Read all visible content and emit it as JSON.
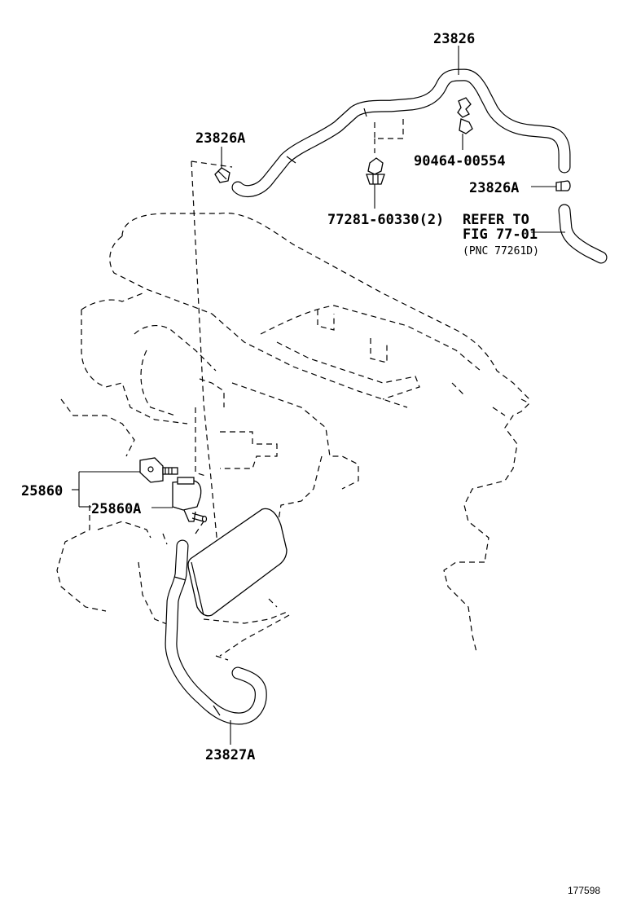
{
  "labels": {
    "hose_top": "23826",
    "clamp_left": "23826A",
    "clip_right": "90464-00554",
    "clamp_right": "23826A",
    "clip_center": "77281-60330(2)",
    "refer_line1": "REFER TO",
    "refer_line2": "FIG 77-01",
    "refer_line3": "(PNC 77261D)",
    "vsv_group": "25860",
    "vsv_part": "25860A",
    "hose_bottom": "23827A",
    "figure_id": "177598"
  }
}
